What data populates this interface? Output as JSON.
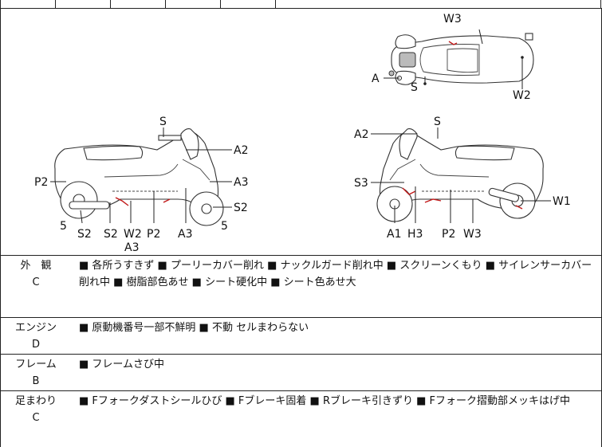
{
  "diagram": {
    "labels": {
      "top_W3": "W3",
      "top_A": "A",
      "top_S": "S",
      "top_W2": "W2",
      "left_S": "S",
      "left_A2": "A2",
      "left_P2": "P2",
      "left_A3": "A3",
      "left_S2": "S2",
      "left_5a": "5",
      "left_5b": "5",
      "left_b_S2a": "S2",
      "left_b_S2b": "S2",
      "left_b_W2": "W2",
      "left_b_P2": "P2",
      "left_b_A3": "A3",
      "left_b_A3b": "A3",
      "right_S": "S",
      "right_A2": "A2",
      "right_S3": "S3",
      "right_W1": "W1",
      "right_b_A1": "A1",
      "right_b_H3": "H3",
      "right_b_P2": "P2",
      "right_b_W3": "W3"
    }
  },
  "sections": [
    {
      "name": "外　観",
      "grade": "C",
      "text": "■ 各所うすきず ■ プーリーカバー削れ ■ ナックルガード削れ中 ■ スクリーンくもり ■ サイレンサーカバー削れ中 ■ 樹脂部色あせ ■ シート硬化中 ■ シート色あせ大"
    },
    {
      "name": "エンジン",
      "grade": "D",
      "text": "■ 原動機番号一部不鮮明 ■ 不動 セルまわらない"
    },
    {
      "name": "フレーム",
      "grade": "B",
      "text": "■ フレームさび中"
    },
    {
      "name": "足まわり",
      "grade": "C",
      "text": "■ Fフォークダストシールひび ■ Fブレーキ固着 ■ Rブレーキ引きずり ■ Fフォーク摺動部メッキはげ中"
    }
  ]
}
